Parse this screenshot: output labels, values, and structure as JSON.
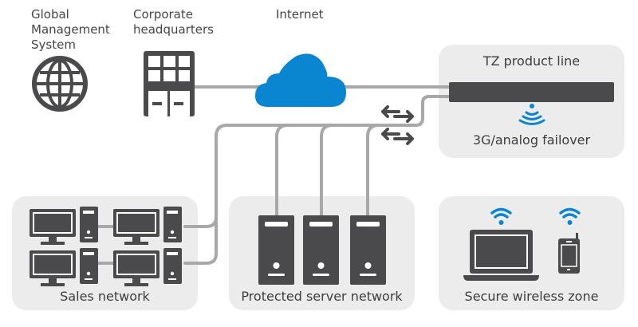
{
  "labels": {
    "global_management": "Global\nManagement\nSystem",
    "corporate_hq": "Corporate\nheadquarters",
    "internet": "Internet"
  },
  "panels": {
    "tz": {
      "title": "TZ product line",
      "failover": "3G/analog failover"
    },
    "sales": {
      "title": "Sales network",
      "workstations": 4
    },
    "servers": {
      "title": "Protected server network",
      "servers": 3
    },
    "wireless": {
      "title": "Secure wireless zone",
      "devices": [
        "laptop",
        "smartphone"
      ]
    }
  },
  "colors": {
    "accent_blue": "#0a85d0",
    "icon_dark": "#4a4a4c",
    "wire_gray": "#a8a8a8",
    "panel_bg": "#ececec"
  },
  "icons": [
    "globe-icon",
    "building-icon",
    "cloud-icon",
    "firewall-appliance",
    "wireless-signal-icon",
    "bidirectional-arrows-icon",
    "monitor-icon",
    "tower-pc-icon",
    "server-icon",
    "laptop-icon",
    "smartphone-icon",
    "wifi-icon"
  ]
}
